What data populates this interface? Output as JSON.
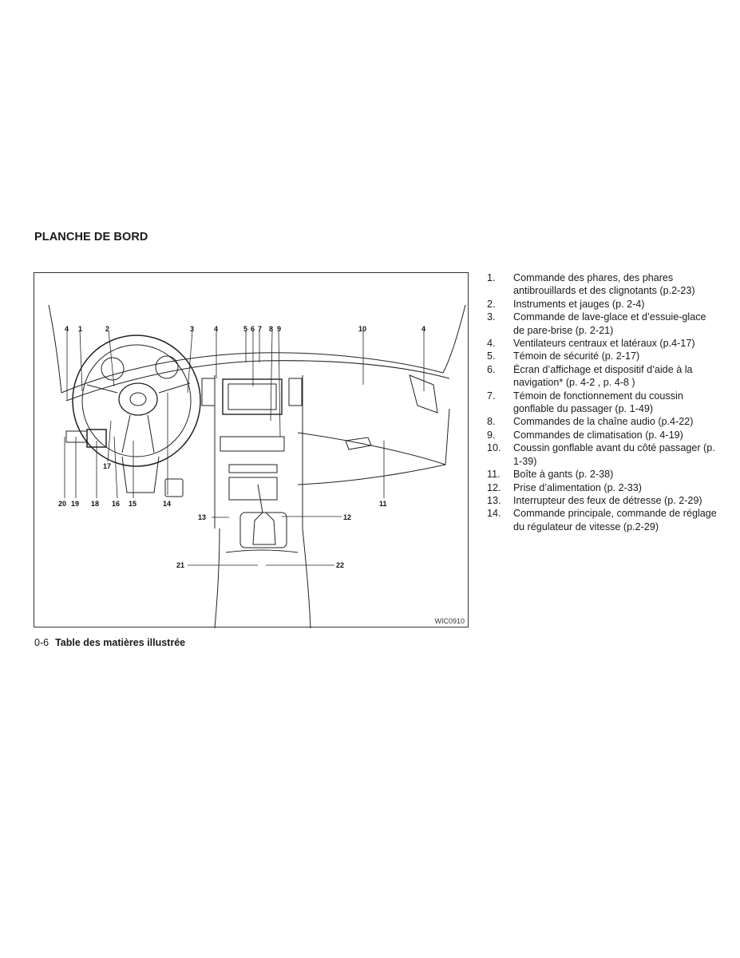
{
  "section_title": "PLANCHE DE BORD",
  "figure": {
    "code": "WIC0910",
    "callouts": [
      "1",
      "2",
      "3",
      "4",
      "5",
      "6",
      "7",
      "8",
      "9",
      "10",
      "11",
      "12",
      "13",
      "14",
      "15",
      "16",
      "17",
      "18",
      "19",
      "20",
      "21",
      "22"
    ]
  },
  "legend": [
    {
      "num": "1.",
      "text": "Commande des phares, des phares antibrouillards et des clignotants (p.2-23)"
    },
    {
      "num": "2.",
      "text": "Instruments et jauges (p. 2-4)"
    },
    {
      "num": "3.",
      "text": "Commande de lave-glace et d’essuie-glace de pare-brise (p. 2-21)"
    },
    {
      "num": "4.",
      "text": "Ventilateurs centraux et latéraux (p.4-17)"
    },
    {
      "num": "5.",
      "text": "Témoin de sécurité (p. 2-17)"
    },
    {
      "num": "6.",
      "text": "Écran d’affichage et dispositif d’aide à la navigation* (p. 4-2 , p. 4-8 )"
    },
    {
      "num": "7.",
      "text": "Témoin de fonctionnement du coussin gonflable du passager (p. 1-49)"
    },
    {
      "num": "8.",
      "text": "Commandes de la chaîne audio (p.4-22)"
    },
    {
      "num": "9.",
      "text": "Commandes de climatisation (p. 4-19)"
    },
    {
      "num": "10.",
      "text": "Coussin gonflable avant du côté passager (p. 1-39)"
    },
    {
      "num": "11.",
      "text": "Boîte à gants (p. 2-38)"
    },
    {
      "num": "12.",
      "text": "Prise d’alimentation (p. 2-33)"
    },
    {
      "num": "13.",
      "text": "Interrupteur des feux de détresse (p. 2-29)"
    },
    {
      "num": "14.",
      "text": "Commande principale, commande de réglage du régulateur de vitesse (p.2-29)"
    }
  ],
  "footer": {
    "page": "0-6",
    "title": "Table des matières illustrée"
  }
}
